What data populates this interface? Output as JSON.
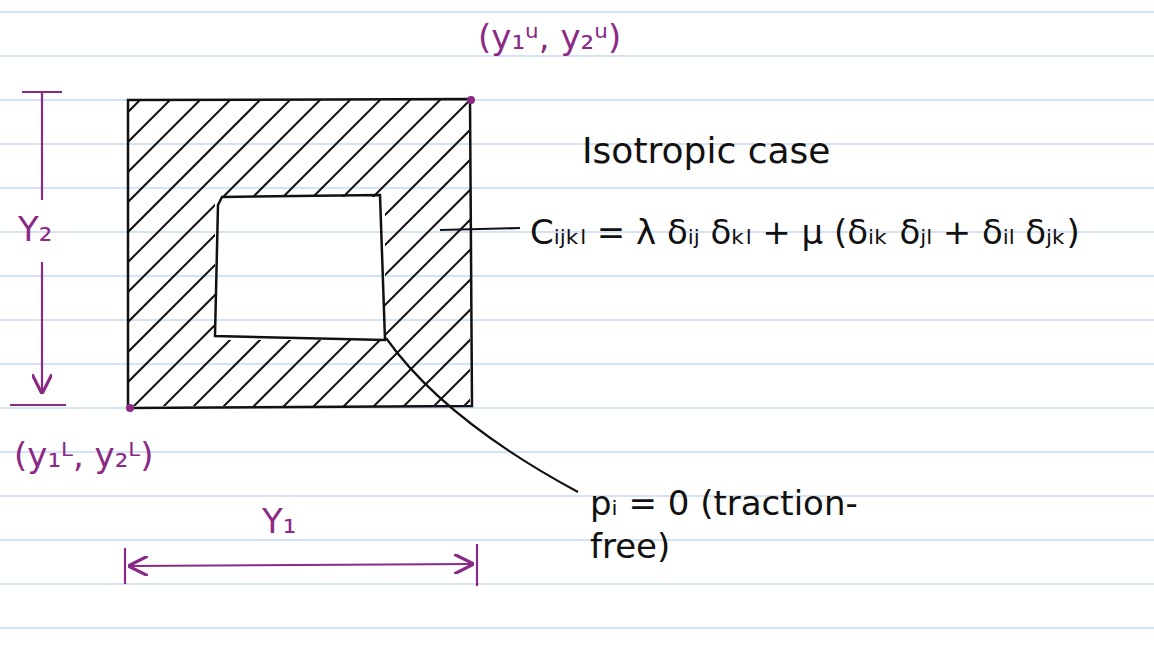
{
  "diagram": {
    "labels": [
      "(y₁ᵘ, y₂ᵘ)",
      "Y₂",
      "Isotropic case",
      "Cᵢⱼₖₗ = λ δᵢⱼ δₖₗ + μ (δᵢₖ δⱼₗ + δᵢₗ δⱼₖ)",
      "(y₁ᴸ, y₂ᴸ)",
      "Y₁",
      "pᵢ = 0 (traction-free)"
    ]
  }
}
